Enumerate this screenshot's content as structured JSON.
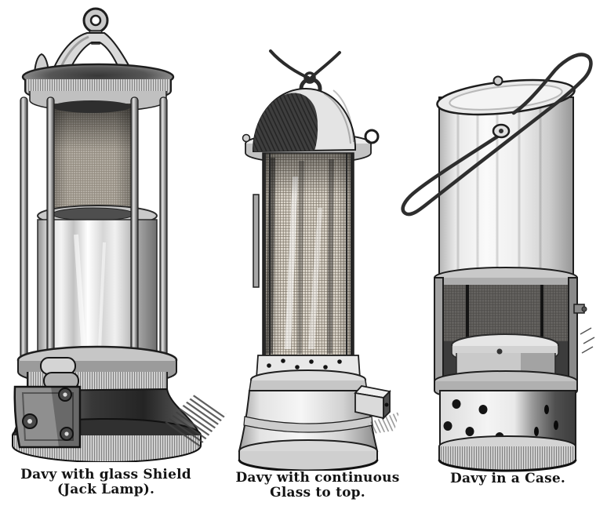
{
  "page": {
    "title": "Davy safety lamps engraving",
    "paper_color": "#ffffff",
    "ink_color": "#141414"
  },
  "figures": [
    {
      "name": "davy-with-glass-shield",
      "illustration": "davy-lamp-with-glass-shield",
      "caption_line1": "Davy with glass Shield",
      "caption_line2": "(Jack Lamp)."
    },
    {
      "name": "davy-with-continuous-glass",
      "illustration": "davy-lamp-with-continuous-glass",
      "caption_line1": "Davy with continuous",
      "caption_line2": "Glass to top."
    },
    {
      "name": "davy-in-a-case",
      "illustration": "davy-lamp-in-a-case",
      "caption_line1": "Davy in a Case.",
      "caption_line2": ""
    }
  ]
}
